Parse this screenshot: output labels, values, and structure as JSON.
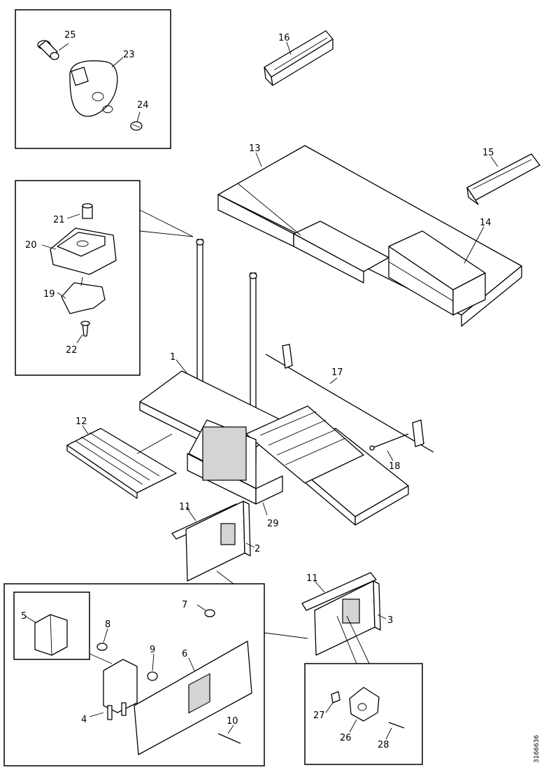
{
  "diagram": {
    "callouts": [
      "1",
      "2",
      "3",
      "4",
      "5",
      "6",
      "7",
      "8",
      "9",
      "10",
      "11",
      "11",
      "12",
      "13",
      "14",
      "15",
      "16",
      "17",
      "18",
      "19",
      "20",
      "21",
      "22",
      "23",
      "24",
      "25",
      "26",
      "27",
      "28",
      "29"
    ],
    "doc_id": "3166636"
  }
}
